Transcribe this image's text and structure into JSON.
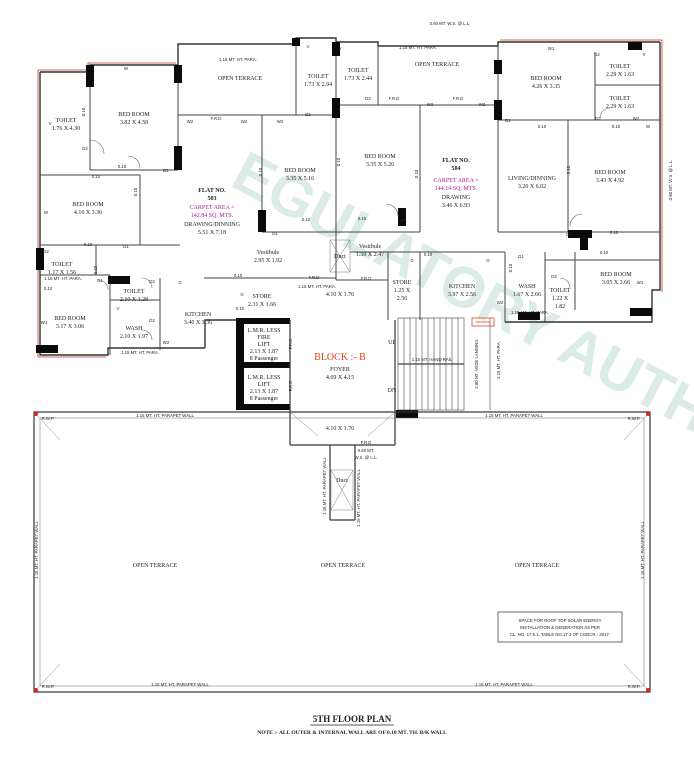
{
  "watermark_text": "EGULATORY AUTHORITY",
  "plan": {
    "title": "5TH FLOOR PLAN",
    "note": "NOTE :- ALL OUTER & INTERNAL WALL ARE OF 0.10 MT. TH. B/K WALL",
    "block_label": "BLOCK :- B"
  },
  "flats": [
    {
      "number_label": "FLAT NO.",
      "number": "503",
      "carpet_line1": "CARPET AREA =",
      "carpet_line2": "142.84 SQ. MTS."
    },
    {
      "number_label": "FLAT NO.",
      "number": "504",
      "carpet_line1": "CARPET AREA =",
      "carpet_line2": "144.14 SQ. MTS."
    }
  ],
  "rooms": {
    "open_terrace_a": "OPEN TERRACE",
    "open_terrace_b": "OPEN TERRACE",
    "toilet_a": {
      "name": "TOILET",
      "dim": "1.76 X 4.30"
    },
    "bed_a": {
      "name": "BED ROOM",
      "dim": "3.82 X 4.58"
    },
    "toilet_b": {
      "name": "TOILET",
      "dim": "1.73 X 2.94"
    },
    "toilet_c": {
      "name": "TOILET",
      "dim": "1.73 X 2.44"
    },
    "bed_b": {
      "name": "BED ROOM",
      "dim": "4.26 X 3.35"
    },
    "toilet_d": {
      "name": "TOILET",
      "dim": "2.29 X 1.63"
    },
    "toilet_e": {
      "name": "TOILET",
      "dim": "2.29 X 1.63"
    },
    "bed_c": {
      "name": "BED ROOM",
      "dim": "4.16 X 3.36"
    },
    "bed_d": {
      "name": "BED ROOM",
      "dim": "3.35 X 5.16"
    },
    "drawing_503": {
      "name": "DRAWING/DINNING",
      "dim": "5.51 X 7.18"
    },
    "bed_e": {
      "name": "BED ROOM",
      "dim": "3.35 X 5.26"
    },
    "drawing_504": {
      "name": "DRAWING",
      "dim": "3.46 X 6.93"
    },
    "living": {
      "name": "LIVING/DINNING",
      "dim": "3.20 X 6.02"
    },
    "bed_f": {
      "name": "BED ROOM",
      "dim": "3.43 X 4.92"
    },
    "toilet_f": {
      "name": "TOILET",
      "dim": "1.17 X 1.56"
    },
    "vestibule_a": {
      "name": "Vestibule",
      "dim": "2.95 X 1.92"
    },
    "vestibule_b": {
      "name": "Vestibule",
      "dim": "1.50 X 2.47"
    },
    "duct_a": "Duct",
    "store_a": {
      "name": "STORE",
      "dim_a": "1.25 X",
      "dim_b": "2.56"
    },
    "kitchen_a": {
      "name": "KITCHEN",
      "dim": "3.97 X 2.56"
    },
    "wash_a": {
      "name": "WASH",
      "dim": "1.67 X 2.66"
    },
    "toilet_g": {
      "name": "TOILET",
      "dim_a": "1.22 X",
      "dim_b": "1.82"
    },
    "bed_g": {
      "name": "BED ROOM",
      "dim": "3.05 X 3.66"
    },
    "toilet_h": {
      "name": "TOILET",
      "dim": "2.10 X 1.28"
    },
    "store_b": {
      "name": "STORE",
      "dim": "2.31 X 1.66"
    },
    "kitchen_b": {
      "name": "KITCHEN",
      "dim": "3.40 X 3.36"
    },
    "bed_h": {
      "name": "BED ROOM",
      "dim": "3.17 X 3.06"
    },
    "wash_b": {
      "name": "WASH",
      "dim": "2.10 X 1.97"
    },
    "lobby_dim": "4.10 X 1.76",
    "lift_a": {
      "l1": "L.M.R. LESS",
      "l2": "FIRE",
      "l3": "LIFT",
      "l4": "2.13 X 1.87",
      "l5": "8 Passenger"
    },
    "lift_b": {
      "l1": "L.M.R. LESS",
      "l2": "LIFT",
      "l3": "2.13 X 1.87",
      "l4": "8 Passenger"
    },
    "foyer": {
      "name": "FOYER",
      "dim": "4.69 X 4.15"
    },
    "stair_up": "UP",
    "stair_dn": "DN",
    "landing": "2.80 MT. WIDE LANDING",
    "lobby_low_dim": "4.10 X 1.76",
    "duct_b": "Duct",
    "terrace_left": "OPEN TERRACE",
    "terrace_mid": "OPEN TERRACE",
    "terrace_right": "OPEN TERRACE"
  },
  "wall_notes": {
    "ws_top": "0.60 MT. W.S. @ L.L.",
    "para_a": "1.15 MT. HT. PARA.",
    "para_b": "1.15 MT. HT. PARA.",
    "para_c": "1.15 MT. HT. PARA.",
    "ws_right": "0.60 MT. W.S. @ L.L.",
    "para_lift": "1.15 MT. HT. PARA.",
    "para_bottom_left": "1.15 MT. HT. PARA.",
    "para_right_low": "1.15 MT. HT. PARA.",
    "band_rail": "1.15 MT. HAND RAIL",
    "ws_lower_a": "0.60 MT.",
    "ws_lower_b": "W.S. @ L.L.",
    "parapet_top_l": "1.15 MT. HT. PARAPET WALL",
    "parapet_top_r": "1.15 MT. HT. PARAPET WALL",
    "parapet_left": "1.15 MT. HT. PARAPET WALL",
    "parapet_right": "1.15 MT. HT. PARAPET WALL",
    "parapet_bot_l": "1.15 MT. HT. PARAPET WALL",
    "parapet_bot_r": "1.15 MT. HT. PARAPET WALL",
    "parapet_duct_l": "1.15 MT. HT. PARAPET WALL",
    "parapet_duct_r": "1.15 MT. HT. PARAPET WALL",
    "rwp": "R.W.P."
  },
  "solar_note": {
    "line1": "SPACE FOR ROOF TOP SOLAR ENERGY",
    "line2": "INSTALLATION & GENERATION AS PER",
    "line3": "CL. NO. 17.5.1. TABLE NO.17.3 OF CGDCR - 2017."
  },
  "openings": {
    "w": "W",
    "w1": "W1",
    "w2": "W2",
    "d1": "D1",
    "d2": "D2",
    "v": "V",
    "g": "G",
    "frd": "F.R.D",
    "t010": "0.10"
  },
  "colors": {
    "wall": "#333333",
    "column": "#0a0a0a",
    "outer_line": "#c0392b",
    "carpet": "#a61c9b",
    "block": "#e8401c",
    "watermark": "#d7ebe3"
  }
}
